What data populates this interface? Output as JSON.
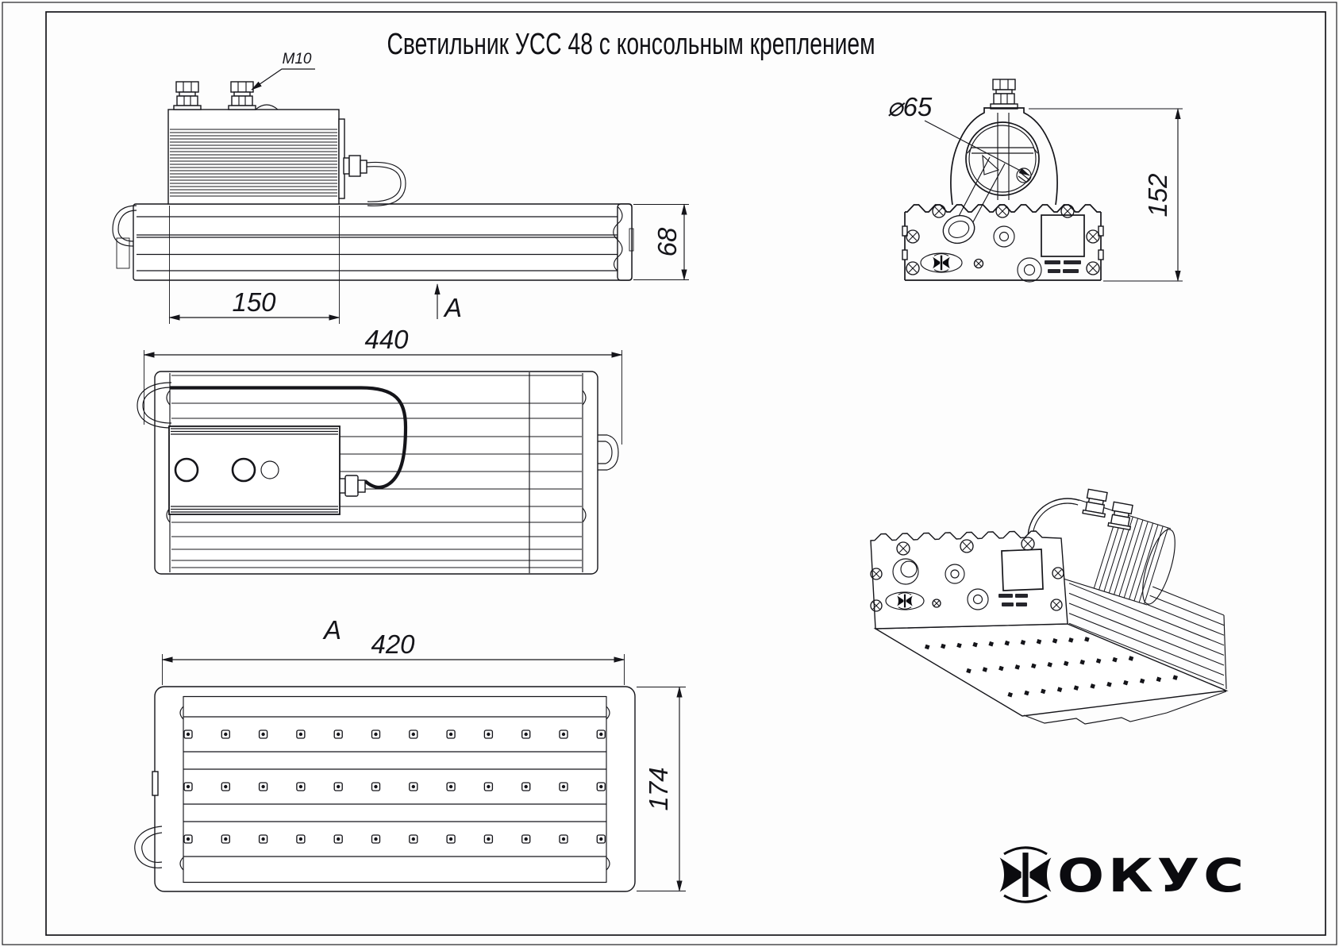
{
  "title": "Светильник УСС 48 с консольным креплением",
  "views": {
    "side": {
      "thread_label": "M10",
      "dim_bracket_length": "150",
      "dim_height": "68",
      "section_label": "A"
    },
    "plan": {
      "dim_length": "440"
    },
    "end": {
      "dim_diameter": "⌀65",
      "dim_height": "152"
    },
    "face": {
      "section_label": "A",
      "dim_length": "420",
      "dim_width": "174"
    }
  },
  "logo": {
    "brand": "ФОКУС",
    "wordmark_tail": "ОКУС"
  }
}
